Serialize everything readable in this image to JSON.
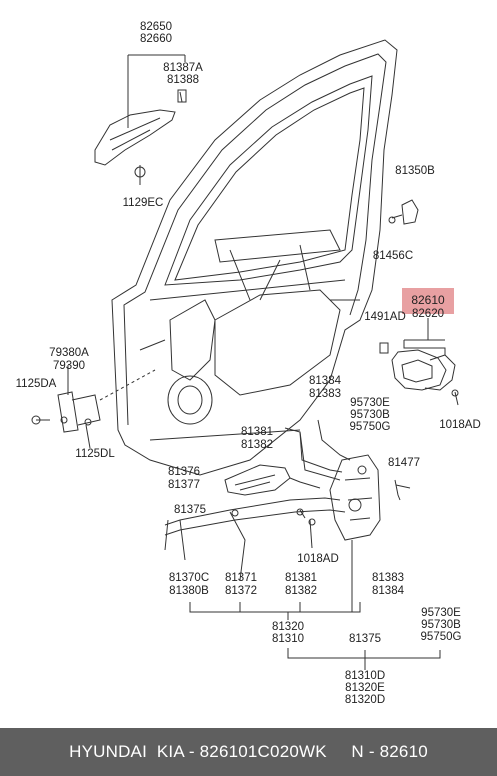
{
  "labels": {
    "p82650": "82650",
    "p82660": "82660",
    "p81387a": "81387A",
    "p81388": "81388",
    "p1129ec": "1129EC",
    "p81350b": "81350B",
    "p81456c": "81456C",
    "p82610": "82610",
    "p82620": "82620",
    "p1491ad": "1491AD",
    "p1018ad_r": "1018AD",
    "p79380a": "79380A",
    "p79390": "79390",
    "p1125da": "1125DA",
    "p1125dl": "1125DL",
    "p81384": "81384",
    "p81383": "81383",
    "p95730e": "95730E",
    "p95730b": "95730B",
    "p95750g": "95750G",
    "p81381": "81381",
    "p81382": "81382",
    "p81477": "81477",
    "p81376": "81376",
    "p81377": "81377",
    "p81375": "81375",
    "p1018ad_m": "1018AD",
    "b81370c": "81370C",
    "b81380b": "81380B",
    "b81371": "81371",
    "b81372": "81372",
    "b81381": "81381",
    "b81382": "81382",
    "b81383": "81383",
    "b81384": "81384",
    "b95730e": "95730E",
    "b95730b": "95730B",
    "b95750g": "95750G",
    "b81320": "81320",
    "b81310": "81310",
    "b81375": "81375",
    "b81310d": "81310D",
    "b81320e": "81320E",
    "b81320d": "81320D"
  },
  "highlight_color": "#e8a0a2",
  "footer": {
    "brand": "HYUNDAI  KIA - 826101C020WK",
    "part": "N - 82610"
  }
}
